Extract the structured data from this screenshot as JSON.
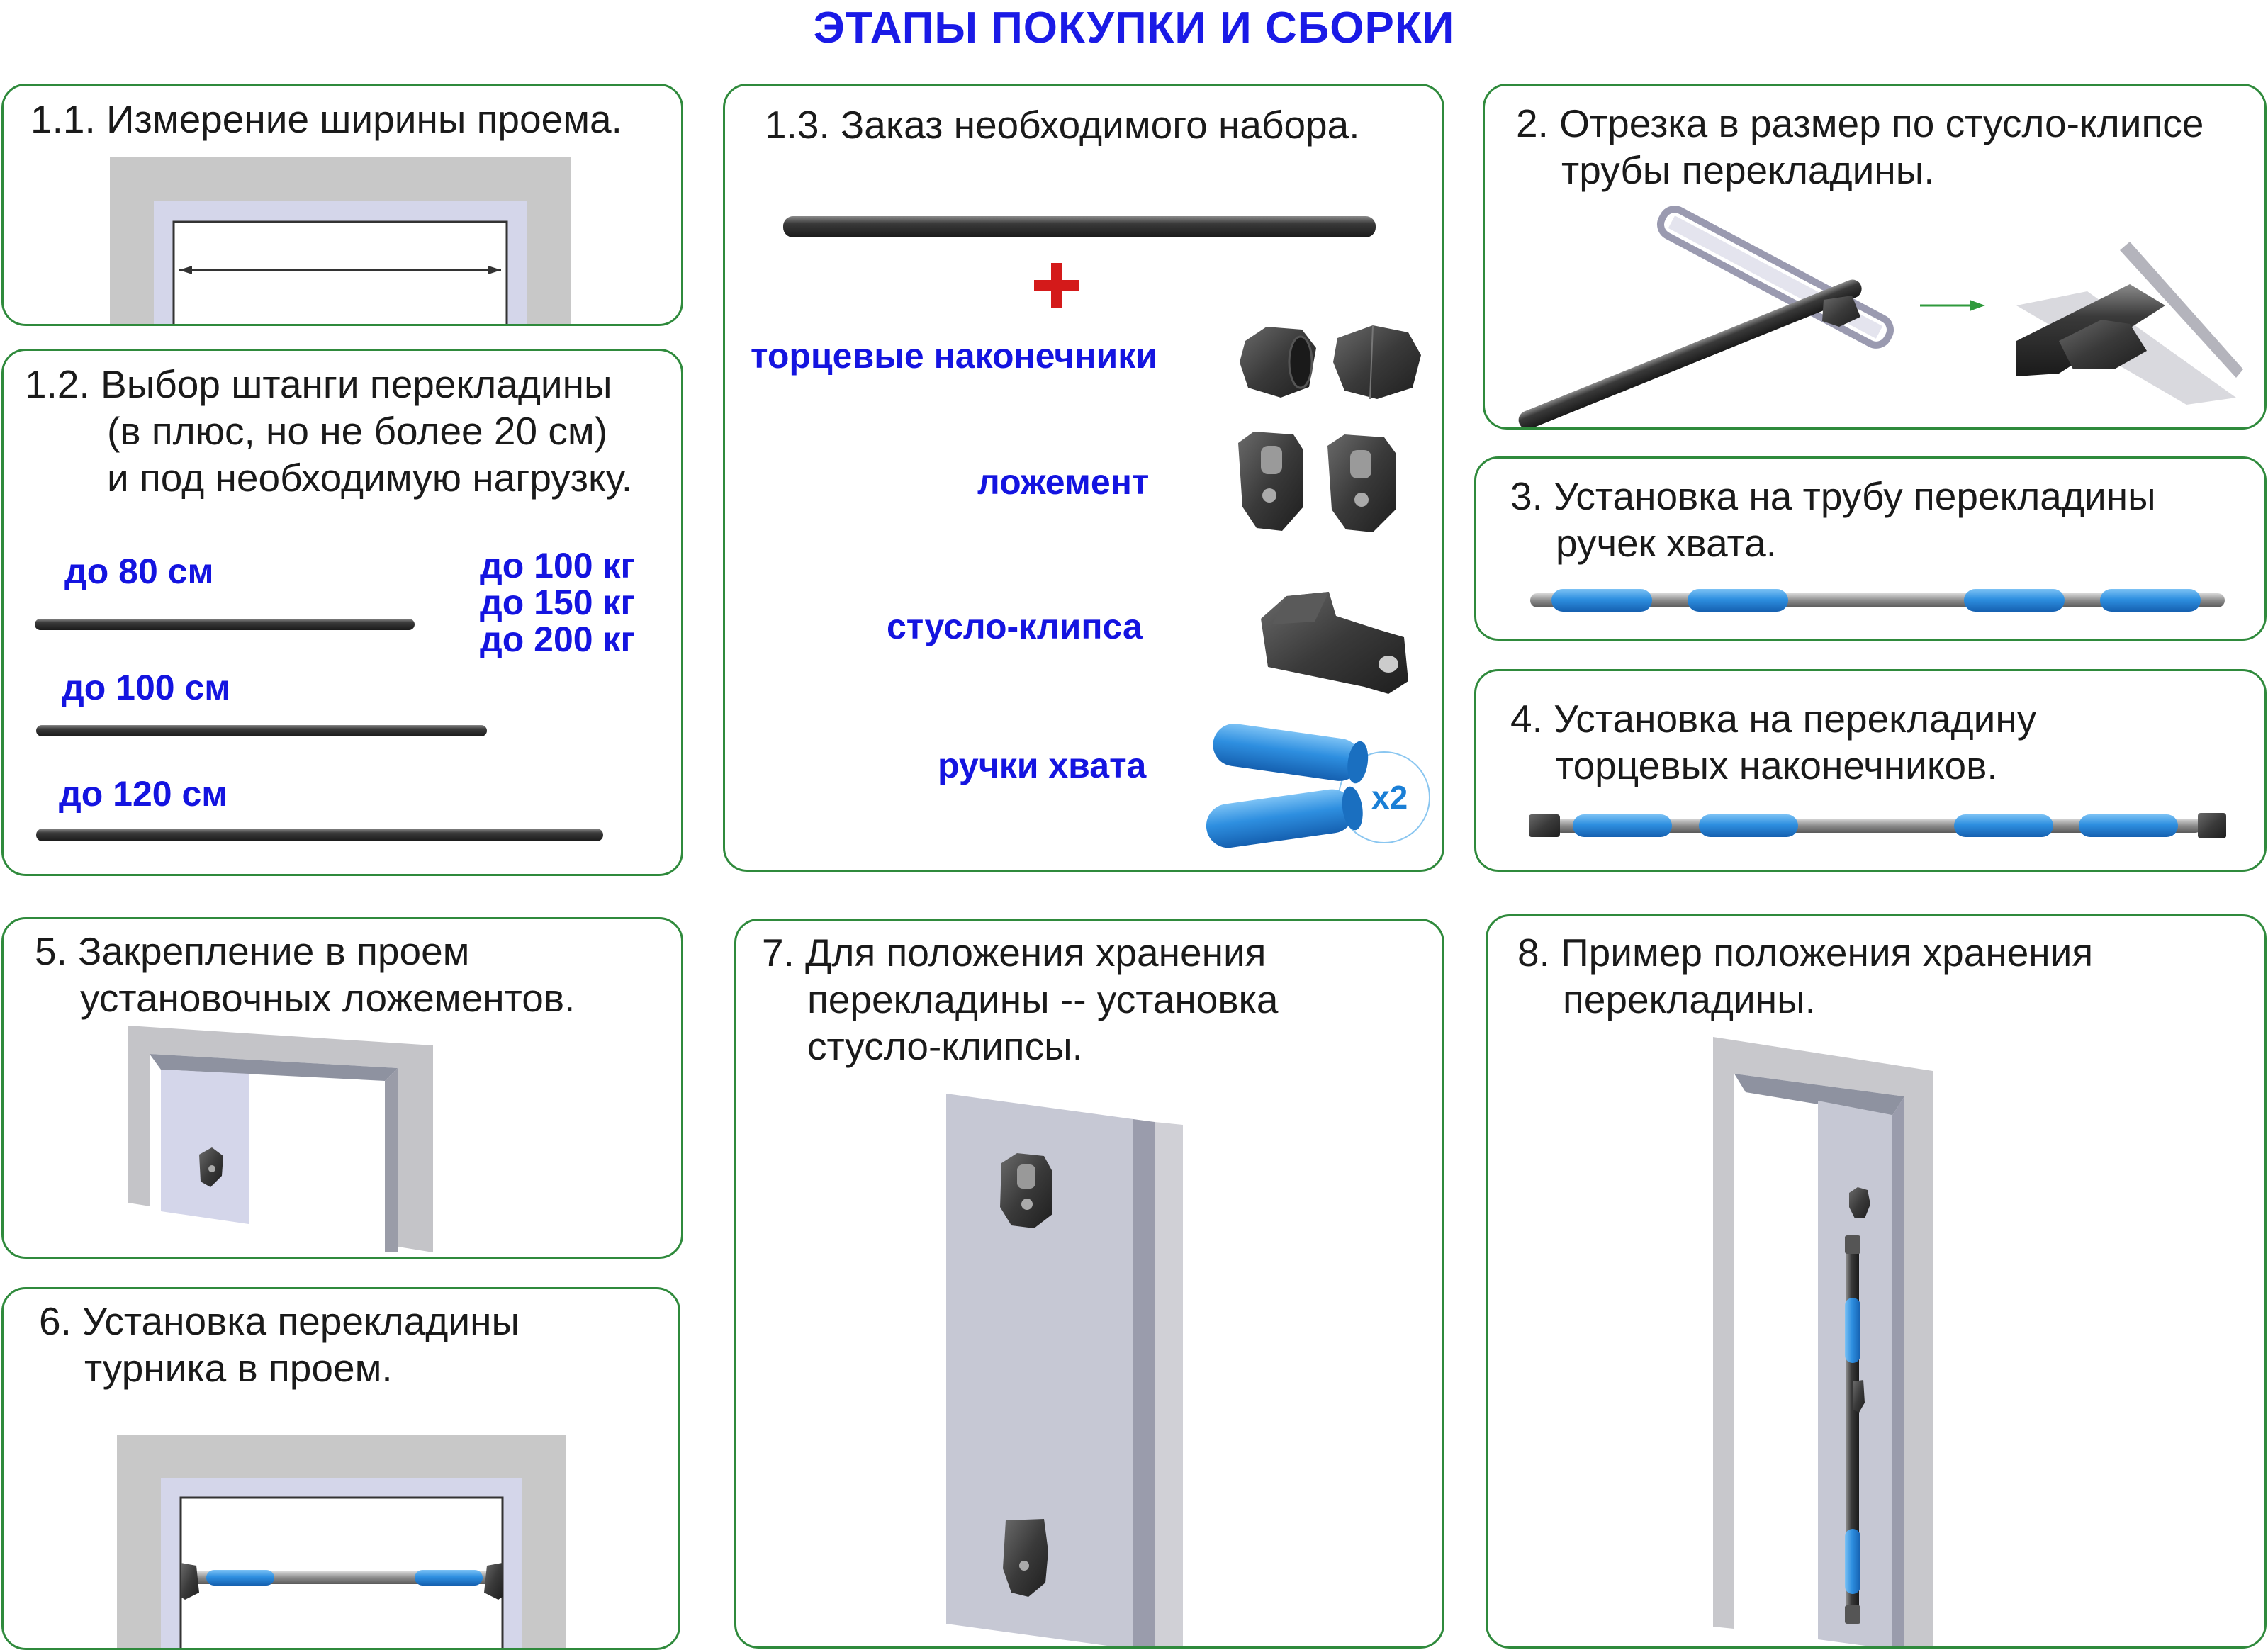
{
  "title": "ЭТАПЫ ПОКУПКИ И СБОРКИ",
  "colors": {
    "border": "#2f8a3c",
    "title": "#1a1ae6",
    "label_blue": "#1414e0",
    "grip_blue": "#2e8fe0",
    "plus_red": "#d41a1a",
    "bar_dark": "#2b2b2b",
    "wall_gray": "#c8c8c8",
    "door_lilac": "#d4d6ea"
  },
  "steps": {
    "s1_1": {
      "line1": "1.1. Измерение ширины проема."
    },
    "s1_2": {
      "line1": "1.2. Выбор штанги перекладины",
      "line2": "(в плюс, но не более 20 см)",
      "line3": "и под необходимую нагрузку.",
      "sizes": [
        "до 80 см",
        "до 100 см",
        "до 120 см"
      ],
      "loads": [
        "до 100 кг",
        "до 150 кг",
        "до 200 кг"
      ]
    },
    "s1_3": {
      "line1": "1.3. Заказ необходимого набора.",
      "parts": [
        {
          "label": "торцевые наконечники",
          "icon": "end-cap-icon"
        },
        {
          "label": "ложемент",
          "icon": "cradle-bracket-icon"
        },
        {
          "label": "стусло-клипса",
          "icon": "miter-clip-icon"
        },
        {
          "label": "ручки хвата",
          "icon": "grip-handle-icon"
        }
      ],
      "multiplier": "x2"
    },
    "s2": {
      "line1": "2. Отрезка в размер по стусло-клипсе",
      "line2": "трубы перекладины."
    },
    "s3": {
      "line1": "3. Установка на трубу перекладины",
      "line2": "ручек хвата."
    },
    "s4": {
      "line1": "4. Установка на перекладину",
      "line2": "торцевых наконечников."
    },
    "s5": {
      "line1": "5. Закрепление в проем",
      "line2": "установочных ложементов."
    },
    "s6": {
      "line1": "6. Установка перекладины",
      "line2": "турника в проем."
    },
    "s7": {
      "line1": "7. Для положения хранения",
      "line2": "перекладины -- установка",
      "line3": "стусло-клипсы."
    },
    "s8": {
      "line1": "8. Пример положения хранения",
      "line2": "перекладины."
    }
  }
}
